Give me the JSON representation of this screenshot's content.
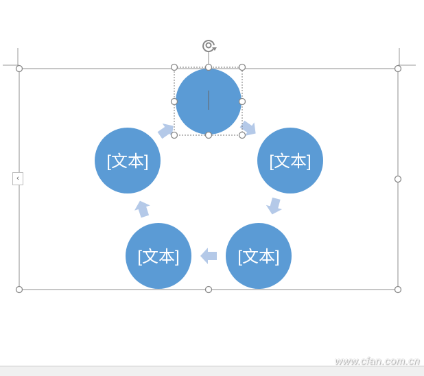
{
  "smartart": {
    "type": "cycle",
    "nodes": [
      {
        "label": "",
        "selected": true
      },
      {
        "label": "[文本]"
      },
      {
        "label": "[文本]"
      },
      {
        "label": "[文本]"
      },
      {
        "label": "[文本]"
      }
    ],
    "node_color": "#5b9bd5",
    "arrow_color": "#b4c9e8",
    "expand_button_glyph": "‹"
  },
  "watermark": "www.cfan.com.cn"
}
